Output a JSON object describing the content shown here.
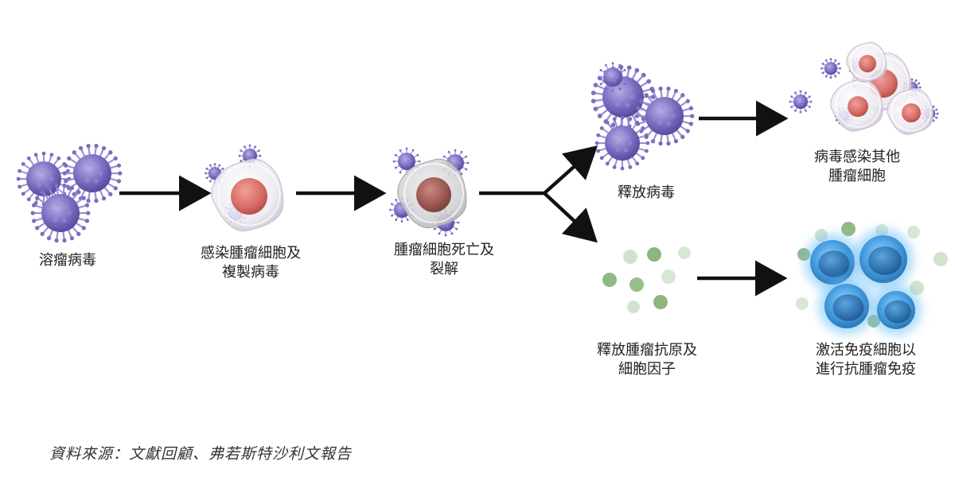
{
  "labels": {
    "oncolytic_virus": "溶瘤病毒",
    "infect_replicate": [
      "感染腫瘤細胞及",
      "複製病毒"
    ],
    "cell_death": [
      "腫瘤細胞死亡及",
      "裂解"
    ],
    "release_virus": "釋放病毒",
    "infect_others": [
      "病毒感染其他",
      "腫瘤細胞"
    ],
    "release_antigens": [
      "釋放腫瘤抗原及",
      "細胞因子"
    ],
    "activate_immune": [
      "激活免疫細胞以",
      "進行抗腫瘤免疫"
    ]
  },
  "source_caption": "資料來源：文獻回顧、弗若斯特沙利文報告",
  "colors": {
    "virus": "#8a7bc4",
    "virus_spike": "#9c8fd6",
    "tumor_nucleus": "#d9726a",
    "cell_membrane": "#e8e4ec",
    "antigen_green": "#7fae6e",
    "immune_blue": "#3a93d6",
    "arrow": "#111111"
  }
}
